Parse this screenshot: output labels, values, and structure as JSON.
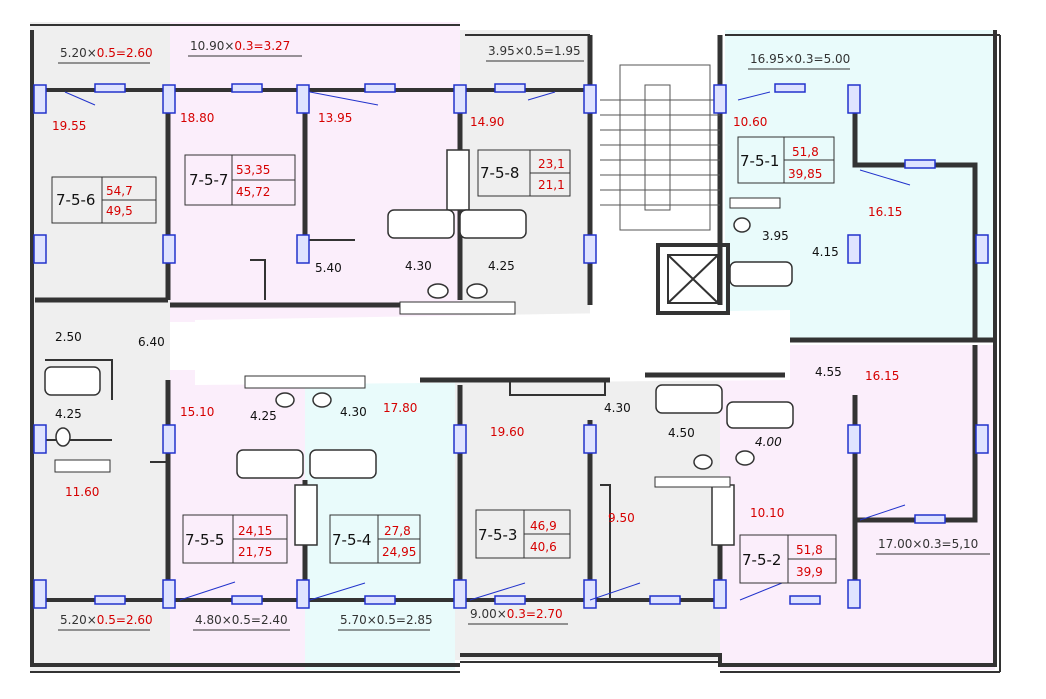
{
  "balconies": {
    "b1": {
      "a": "5.20",
      "op": "×",
      "b": "0.5",
      "res": "2.60"
    },
    "b2": {
      "a": "10.90",
      "op": "×",
      "b": "0.3",
      "res": "3.27"
    },
    "b3": {
      "a": "3.95",
      "op": "×",
      "b": "0.5",
      "res": "1.95"
    },
    "b4": {
      "a": "16.95",
      "op": "×",
      "b": "0.3",
      "res": "5.00"
    },
    "b5": {
      "a": "5.20",
      "op": "×",
      "b": "0.5",
      "res": "2.60"
    },
    "b6": {
      "a": "4.80",
      "op": "×",
      "b": "0.5",
      "res": "2.40"
    },
    "b7": {
      "a": "5.70",
      "op": "×",
      "b": "0.5",
      "res": "2.85"
    },
    "b8": {
      "a": "9.00",
      "op": "×",
      "b": "0.3",
      "res": "2.70"
    },
    "b9": {
      "a": "17.00",
      "op": "×",
      "b": "0.3",
      "res": "5,10"
    }
  },
  "apartments": {
    "a6": {
      "code": "7-5-6",
      "total": "54,7",
      "living": "49,5"
    },
    "a7": {
      "code": "7-5-7",
      "total": "53,35",
      "living": "45,72"
    },
    "a8": {
      "code": "7-5-8",
      "total": "23,1",
      "living": "21,1"
    },
    "a1": {
      "code": "7-5-1",
      "total": "51,8",
      "living": "39,85"
    },
    "a5": {
      "code": "7-5-5",
      "total": "24,15",
      "living": "21,75"
    },
    "a4": {
      "code": "7-5-4",
      "total": "27,8",
      "living": "24,95"
    },
    "a3": {
      "code": "7-5-3",
      "total": "46,9",
      "living": "40,6"
    },
    "a2": {
      "code": "7-5-2",
      "total": "51,8",
      "living": "39,9"
    }
  },
  "rooms_red": {
    "r1955": "19.55",
    "r1880": "18.80",
    "r1395": "13.95",
    "r1490": "14.90",
    "r1060": "10.60",
    "r1615a": "16.15",
    "r1615b": "16.15",
    "r1510": "15.10",
    "r1780": "17.80",
    "r1960": "19.60",
    "r950": "9.50",
    "r1010": "10.10",
    "r1160": "11.60"
  },
  "rooms_black": {
    "k540": "5.40",
    "k430a": "4.30",
    "k425a": "4.25",
    "k395": "3.95",
    "k415": "4.15",
    "k250": "2.50",
    "k640": "6.40",
    "k425b": "4.25",
    "k425c": "4.25",
    "k430b": "4.30",
    "k430c": "4.30",
    "k450": "4.50",
    "k400": "4.00",
    "k455": "4.55"
  },
  "colors": {
    "pink": "#fbeefb",
    "cyan": "#e9fbfb",
    "gray": "#efefef",
    "wall": "#333333",
    "red": "#d60000",
    "window": "#2233cc"
  }
}
